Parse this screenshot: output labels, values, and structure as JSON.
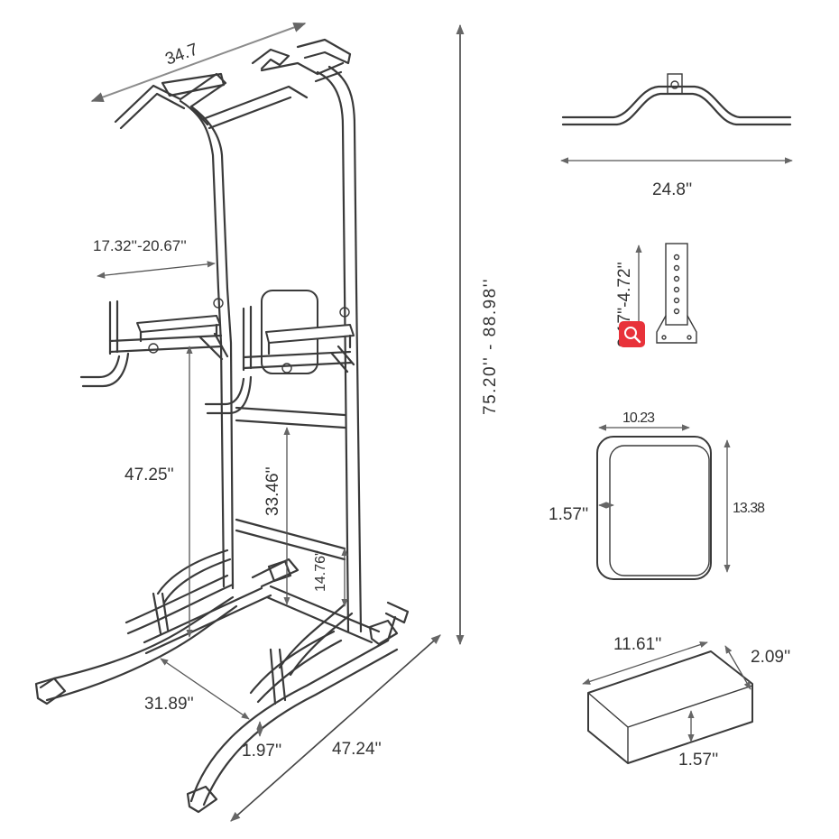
{
  "main_frame": {
    "width_label": "34.7",
    "dip_label": "17.32''-20.67''",
    "height_label": "75.20'' - 88.98''",
    "dip_height_label": "47.25''",
    "crossbar_height_label": "33.46''",
    "low_bar_label": "14.76''",
    "base_width_label": "31.89''",
    "base_depth_label": "47.24''",
    "tube_label": "1.97''"
  },
  "pullup_bar": {
    "length_label": "24.8''"
  },
  "bracket": {
    "range_label": "2.17''-4.72''"
  },
  "back_pad": {
    "width_label": "10.23",
    "height_label": "13.38",
    "depth_label": "1.57''"
  },
  "arm_pad": {
    "length_label": "11.61''",
    "width_label": "2.09''",
    "thickness_label": "1.57''"
  },
  "zoom_icon": "magnifier-icon",
  "colors": {
    "line": "#3a3a3a",
    "arrow": "#8c8c8c",
    "zoom": "#e8323a"
  }
}
